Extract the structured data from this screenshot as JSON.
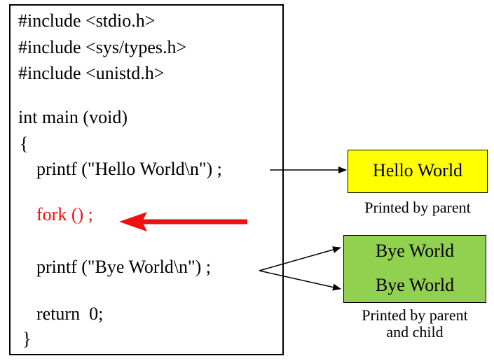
{
  "code": {
    "lines": [
      "#include <stdio.h>",
      "#include <sys/types.h>",
      "#include <unistd.h>",
      "int main (void)",
      "{",
      "printf (\"Hello World\\n\") ;",
      "fork () ;",
      "printf (\"Bye World\\n\") ;",
      "return  0;",
      "}"
    ]
  },
  "outputs": {
    "hello": {
      "text": "Hello World",
      "caption": "Printed by parent",
      "color": "#ffff00"
    },
    "bye": {
      "lines": [
        "Bye World",
        "Bye World"
      ],
      "caption_line1": "Printed by parent",
      "caption_line2": "and child",
      "color": "#92d050"
    }
  },
  "colors": {
    "fork_highlight": "#ee1111"
  }
}
